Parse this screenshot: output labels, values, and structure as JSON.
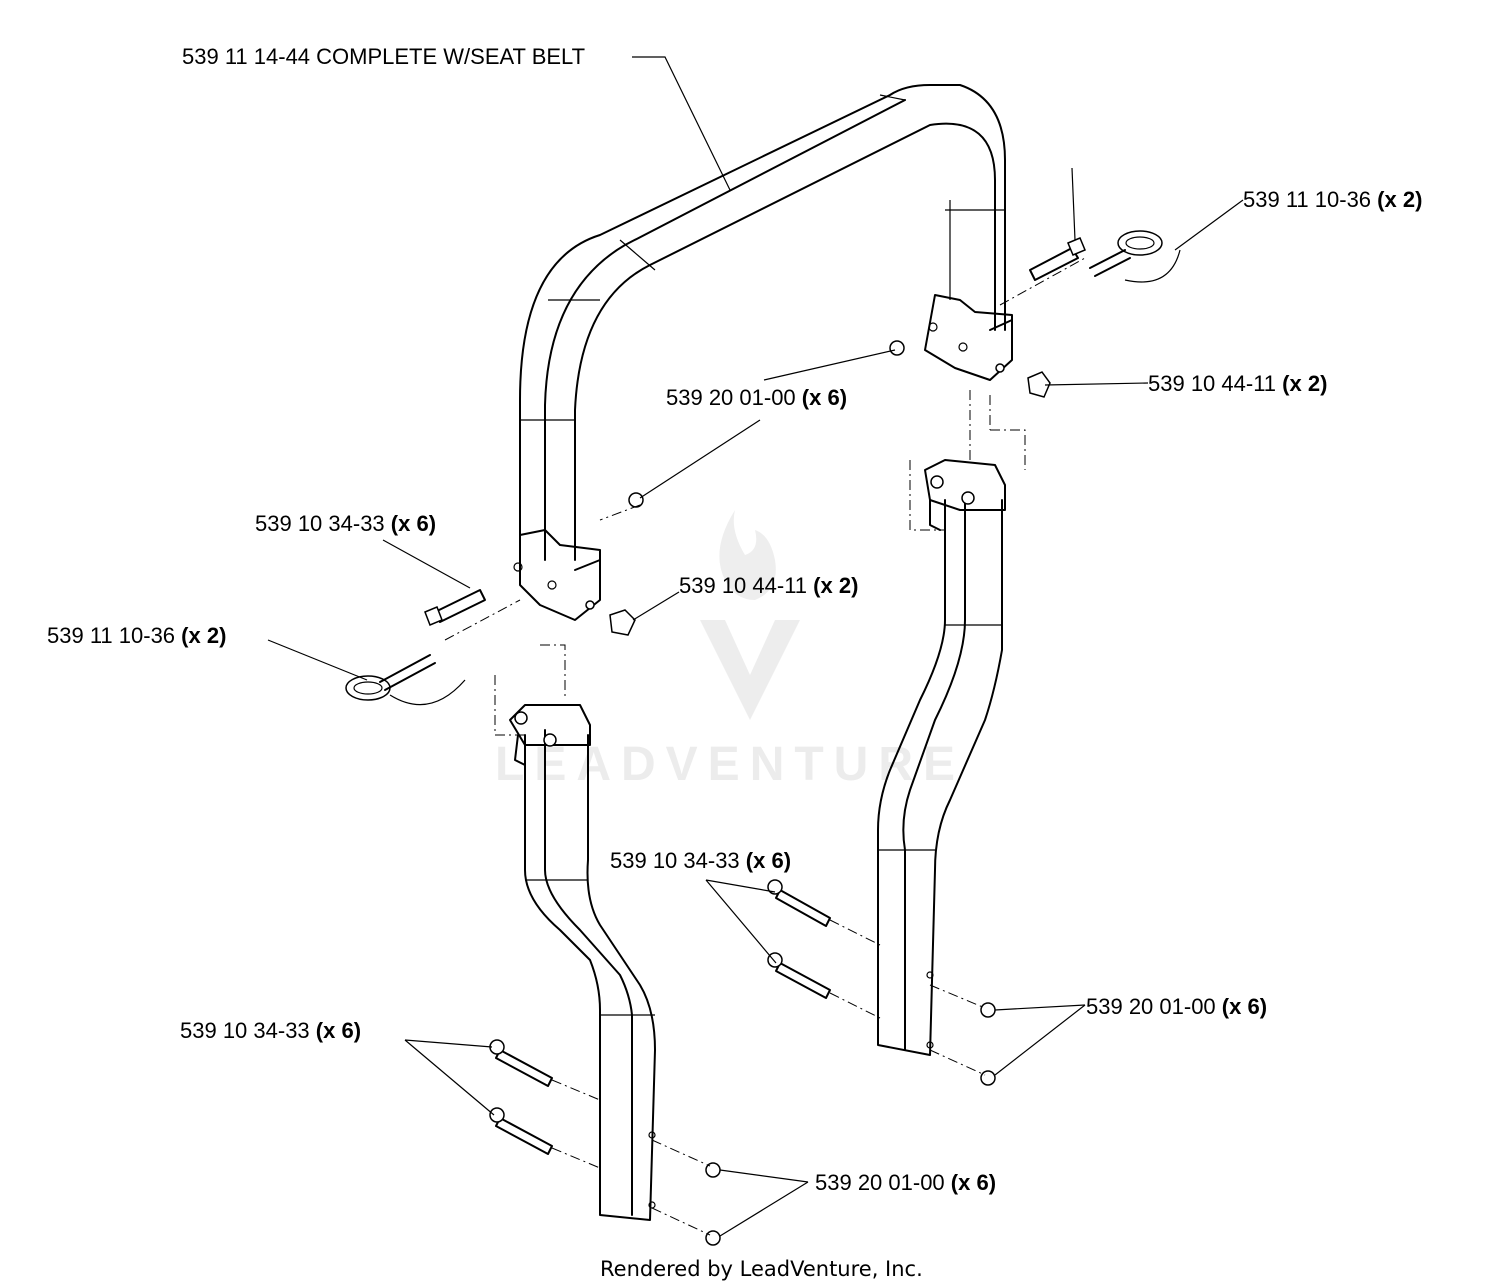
{
  "callouts": {
    "complete_assembly": "539 11 14-44 COMPLETE W/SEAT BELT",
    "pin_right": {
      "part": "539 11 10-36",
      "qty": "(x 2)"
    },
    "pin_left": {
      "part": "539 11 10-36",
      "qty": "(x 2)"
    },
    "knob_right": {
      "part": "539 10 44-11",
      "qty": "(x 2)"
    },
    "knob_left": {
      "part": "539 10 44-11",
      "qty": "(x 2)"
    },
    "nut_upper": {
      "part": "539 20 01-00",
      "qty": "(x 6)"
    },
    "bolt_upper": {
      "part": "539 10 34-33",
      "qty": "(x 6)"
    },
    "bolt_right_lower": {
      "part": "539 10 34-33",
      "qty": "(x 6)"
    },
    "nut_right_lower": {
      "part": "539 20 01-00",
      "qty": "(x 6)"
    },
    "bolt_left_lower": {
      "part": "539 10 34-33",
      "qty": "(x 6)"
    },
    "nut_left_lower": {
      "part": "539 20 01-00",
      "qty": "(x 6)"
    }
  },
  "watermark": "LEADVENTURE",
  "footer": "Rendered by LeadVenture, Inc."
}
